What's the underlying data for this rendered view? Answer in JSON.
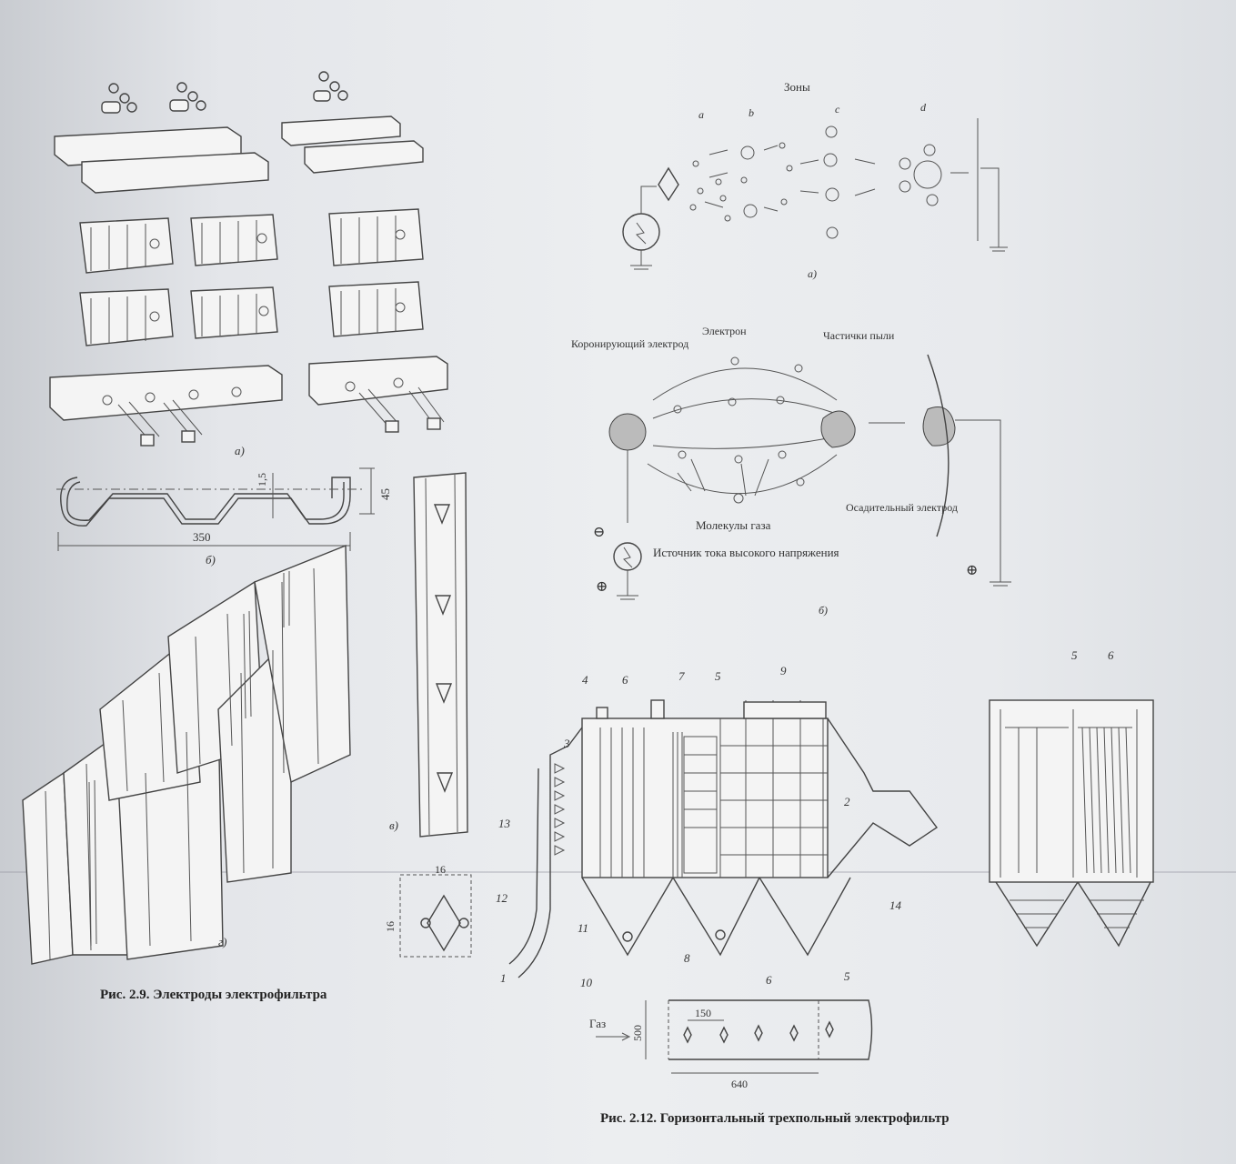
{
  "figure_2_9": {
    "caption": "Рис. 2.9. Электроды электрофильтра",
    "sub_a": "а)",
    "sub_b": "б)",
    "sub_v": "в)",
    "sub_g": "г)",
    "dim_15": "1,5",
    "dim_45": "45",
    "dim_350": "350",
    "dim_16_top": "16",
    "dim_16_side": "16"
  },
  "figure_top_right": {
    "zones_title": "Зоны",
    "zone_a": "a",
    "zone_b": "b",
    "zone_c": "c",
    "zone_d": "d",
    "sub_a": "а)",
    "corona_electrode": "Коронирующий электрод",
    "electron": "Электрон",
    "dust_particles": "Частички пыли",
    "gas_molecules": "Молекулы газа",
    "collecting_electrode": "Осадительный электрод",
    "hv_source": "Источник тока высокого напряжения",
    "minus": "⊖",
    "plus_left": "⊕",
    "plus_right": "⊕",
    "sub_b": "б)"
  },
  "figure_2_12": {
    "caption": "Рис. 2.12. Горизонтальный трехпольный электрофильтр",
    "num_1": "1",
    "num_2": "2",
    "num_3": "3",
    "num_4": "4",
    "num_5": "5",
    "num_6": "6",
    "num_7": "7",
    "num_8": "8",
    "num_9": "9",
    "num_10": "10",
    "num_11": "11",
    "num_12": "12",
    "num_13": "13",
    "num_14": "14",
    "side_5": "5",
    "side_6": "6",
    "gas_label": "Газ",
    "dim_500": "500",
    "dim_150": "150",
    "dim_640": "640",
    "plan_6": "6",
    "plan_5": "5"
  }
}
